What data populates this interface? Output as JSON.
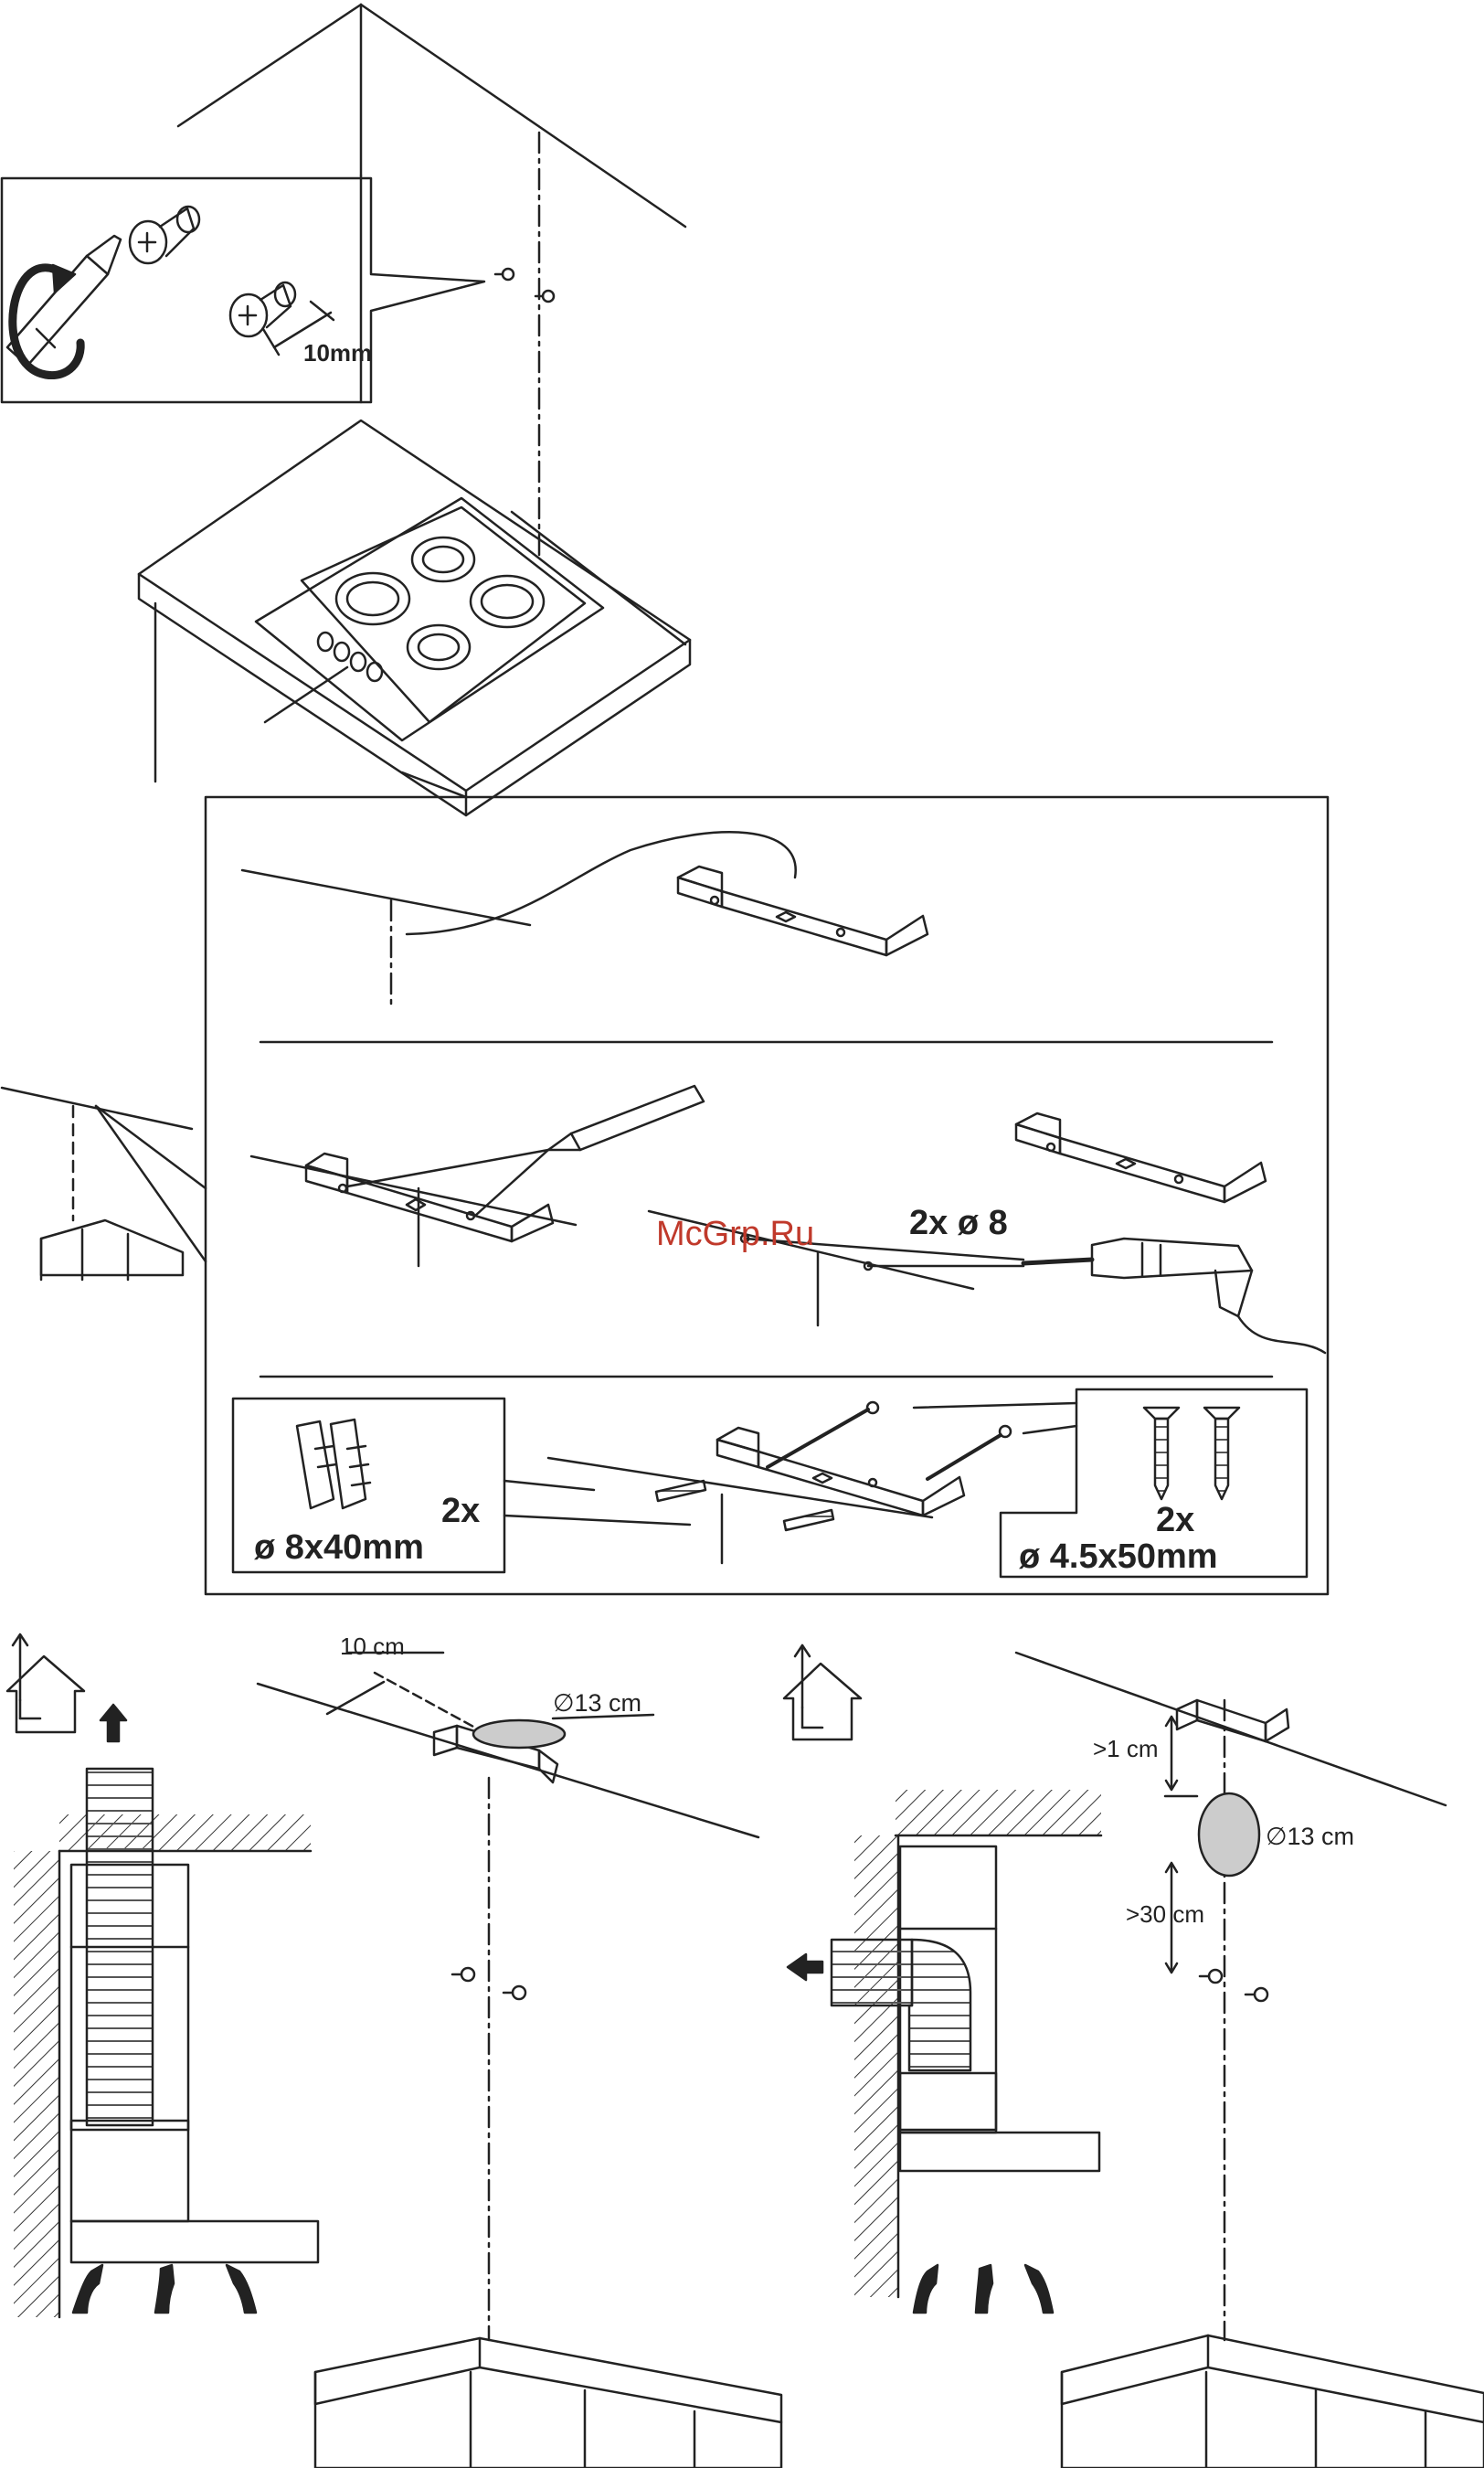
{
  "labels": {
    "screw_gap": "10mm",
    "drill_count": "2x ø 8",
    "plug_count": "2x",
    "plug_size": "ø 8x40mm",
    "screw_count": "2x",
    "screw_size": "ø 4.5x50mm",
    "duct_offset": "10 cm",
    "duct_diameter_left": "∅13 cm",
    "gap_top": ">1 cm",
    "duct_diameter_right": "∅13 cm",
    "gap_bottom": ">30 cm"
  },
  "watermark": "McGrp.Ru",
  "icons": [
    "screwdriver-icon",
    "rotation-arrow-icon",
    "wall-screw-icon",
    "hob-icon",
    "bracket-icon",
    "pencil-icon",
    "drill-icon",
    "wall-plug-icon",
    "house-chimney-icon",
    "airflow-arrow-icon",
    "ducting-pipe-icon",
    "cooker-hood-icon",
    "wall-cabinet-icon"
  ],
  "colors": {
    "line": "#222222",
    "duct_fill": "#cccccc",
    "watermark": "#c0392b"
  }
}
